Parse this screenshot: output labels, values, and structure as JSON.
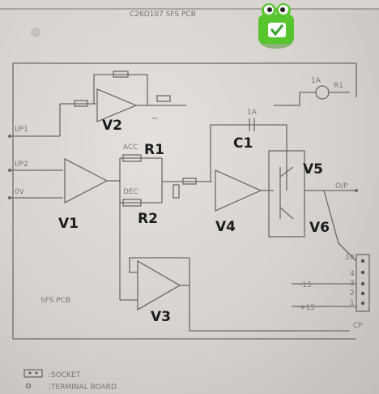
{
  "header": {
    "title": "C26D107 SFS PCB"
  },
  "inputs": {
    "in1": "I/P1",
    "in2": "I/P2",
    "zero_v": "0V"
  },
  "outputs": {
    "out": "O/P",
    "cp": "CP"
  },
  "top_right": {
    "meter": "1A",
    "resistor": "R1"
  },
  "cap_small_label": "1A",
  "acc_label": "ACC",
  "dec_label": "DEC",
  "components": {
    "v1": "V1",
    "v2": "V2",
    "v3": "V3",
    "v4": "V4",
    "v5": "V5",
    "v6": "V6",
    "r1": "R1",
    "r2": "R2",
    "c1": "C1"
  },
  "board_label": "SFS PCB",
  "terminal": {
    "pins": [
      "10",
      "4",
      "3",
      "2",
      "1"
    ],
    "minus15": "-15",
    "plus15": "+15"
  },
  "legend": {
    "socket": ":SOCKET",
    "terminal_board": ":TERMINAL BOARD"
  },
  "badge": {
    "icon": "frog-mascot-check-icon",
    "color": "#57c62e"
  }
}
